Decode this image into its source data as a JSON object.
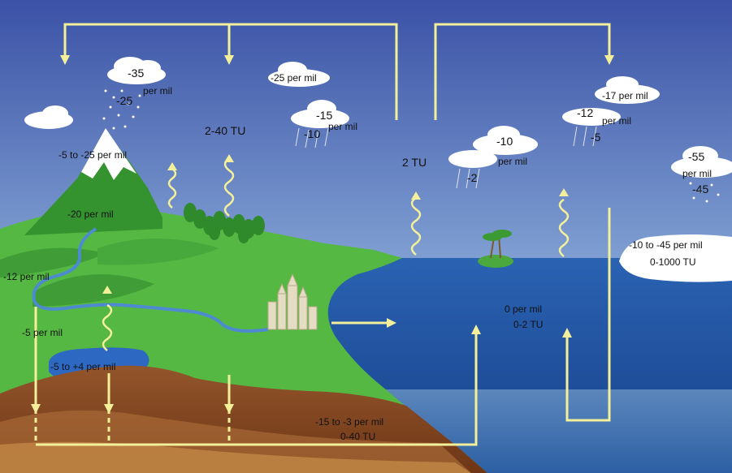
{
  "colors": {
    "sky_top": "#3f55a8",
    "sky_bottom": "#a9c6e2",
    "ocean": "#1f58a9",
    "land_green": "#55b842",
    "soil_brown": "#8a4a24",
    "arrow_yellow": "#f3ef9a",
    "cloud": "#ffffff"
  },
  "labels": {
    "cloud_left_top": "-35",
    "snow_value": "-25",
    "per_mil_a": "per mil",
    "cloud_upper_mid": "-25 per mil",
    "cloud_mid_top": "-15",
    "per_mil_b": "per mil",
    "cloud_mid_bottom": "-10",
    "tu_air": "2-40 TU",
    "mountain_snow": "-5 to -25 per mil",
    "mountain_slope": "-20 per mil",
    "river_upper": "-12 per mil",
    "river_lower": "-5 per mil",
    "lake": "-5 to +4 per mil",
    "tu_ocean_air": "2 TU",
    "cloud_right1_top": "-10",
    "per_mil_c": "per mil",
    "cloud_right1_bottom": "-2",
    "cloud_right2_a": "-17 per mil",
    "cloud_right2_b": "-12",
    "per_mil_d": "per mil",
    "cloud_right2_c": "-5",
    "cloud_far_top": "-55",
    "per_mil_e": "per mil",
    "cloud_far_bottom": "-45",
    "ice_range": "-10 to -45 per mil",
    "ice_tu": "0-1000 TU",
    "ocean_permil": "0 per mil",
    "ocean_tu": "0-2 TU",
    "ground_permil": "-15 to -3 per mil",
    "ground_tu": "0-40 TU"
  }
}
